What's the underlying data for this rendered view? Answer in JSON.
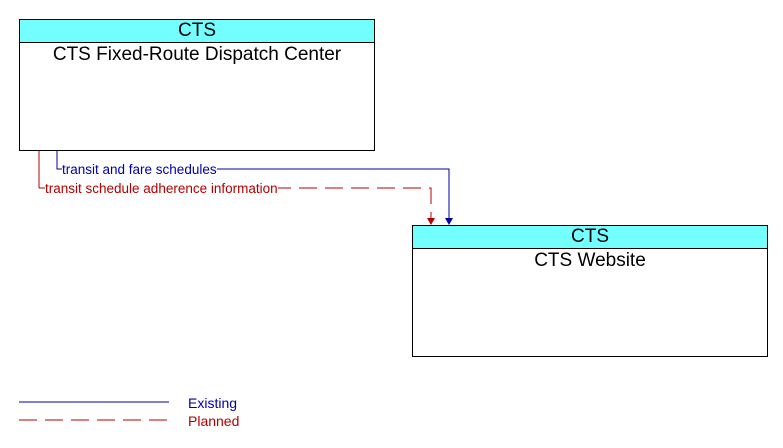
{
  "elements": [
    {
      "header": "CTS",
      "title": "CTS Fixed-Route Dispatch Center"
    },
    {
      "header": "CTS",
      "title": "CTS Website"
    }
  ],
  "flows": [
    {
      "label": "transit and fare schedules",
      "status": "Existing",
      "color": "#0000a6"
    },
    {
      "label": "transit schedule adherence information",
      "status": "Planned",
      "color": "#b30000"
    }
  ],
  "legend": {
    "existing": "Existing",
    "planned": "Planned"
  },
  "colors": {
    "header_fill": "#73ffff",
    "existing": "#0000a6",
    "planned": "#b30000"
  }
}
